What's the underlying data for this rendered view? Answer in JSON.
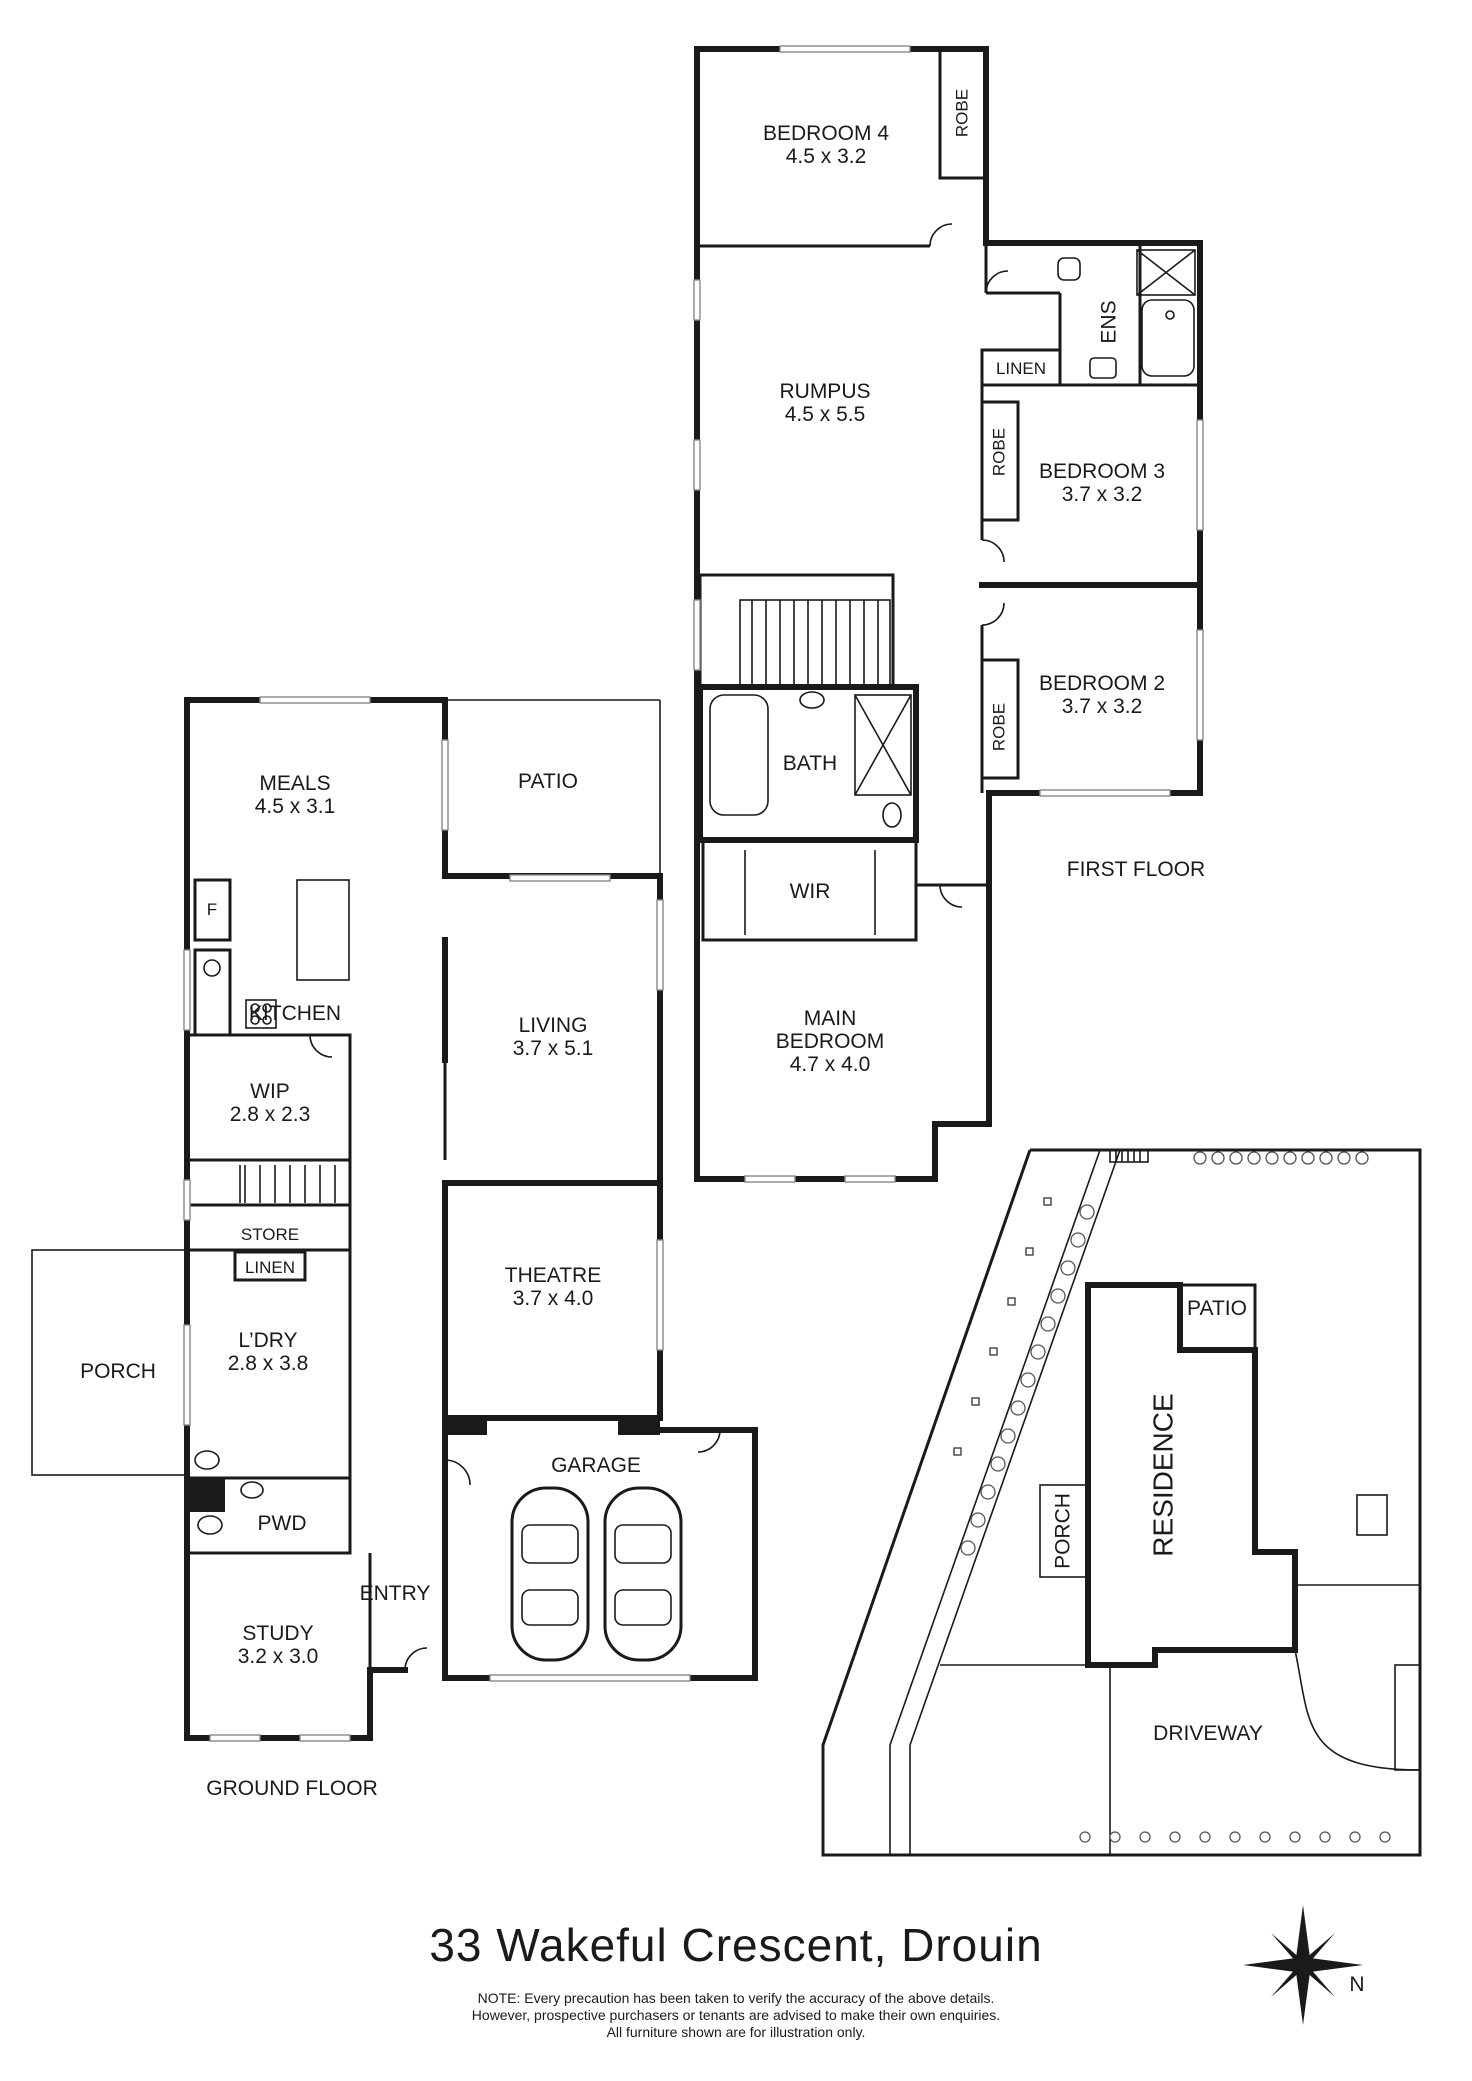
{
  "ground_floor": {
    "title": "GROUND FLOOR",
    "rooms": {
      "meals": {
        "name": "MEALS",
        "size": "4.5 x 3.1"
      },
      "patio": {
        "name": "PATIO"
      },
      "fridge": {
        "name": "F"
      },
      "kitchen": {
        "name": "KITCHEN"
      },
      "living": {
        "name": "LIVING",
        "size": "3.7 x 5.1"
      },
      "wip": {
        "name": "WIP",
        "size": "2.8 x 2.3"
      },
      "store": {
        "name": "STORE"
      },
      "linen": {
        "name": "LINEN"
      },
      "theatre": {
        "name": "THEATRE",
        "size": "3.7 x 4.0"
      },
      "laundry": {
        "name": "L’DRY",
        "size": "2.8 x 3.8"
      },
      "porch": {
        "name": "PORCH"
      },
      "garage": {
        "name": "GARAGE"
      },
      "pwd": {
        "name": "PWD"
      },
      "entry": {
        "name": "ENTRY"
      },
      "study": {
        "name": "STUDY",
        "size": "3.2 x 3.0"
      }
    }
  },
  "first_floor": {
    "title": "FIRST FLOOR",
    "rooms": {
      "bedroom4": {
        "name": "BEDROOM 4",
        "size": "4.5 x 3.2"
      },
      "robe4": {
        "name": "ROBE"
      },
      "rumpus": {
        "name": "RUMPUS",
        "size": "4.5 x 5.5"
      },
      "ens": {
        "name": "ENS"
      },
      "linen": {
        "name": "LINEN"
      },
      "bedroom3": {
        "name": "BEDROOM 3",
        "size": "3.7 x 3.2"
      },
      "robe3": {
        "name": "ROBE"
      },
      "bath": {
        "name": "BATH"
      },
      "bedroom2": {
        "name": "BEDROOM 2",
        "size": "3.7 x 3.2"
      },
      "robe2": {
        "name": "ROBE"
      },
      "wir": {
        "name": "WIR"
      },
      "main_bedroom": {
        "name1": "MAIN",
        "name2": "BEDROOM",
        "size": "4.7 x 4.0"
      }
    }
  },
  "site_plan": {
    "patio": "PATIO",
    "residence": "RESIDENCE",
    "porch": "PORCH",
    "driveway": "DRIVEWAY"
  },
  "address": "33 Wakeful Crescent, Drouin",
  "compass": {
    "north": "N"
  },
  "note": [
    "NOTE: Every precaution has been taken to verify the accuracy of the above details.",
    "However, prospective purchasers or tenants are advised to make their own enquiries.",
    "All furniture shown are for illustration only."
  ],
  "colors": {
    "wall": "#1a1a1a",
    "background": "#ffffff",
    "window": "#888888"
  }
}
